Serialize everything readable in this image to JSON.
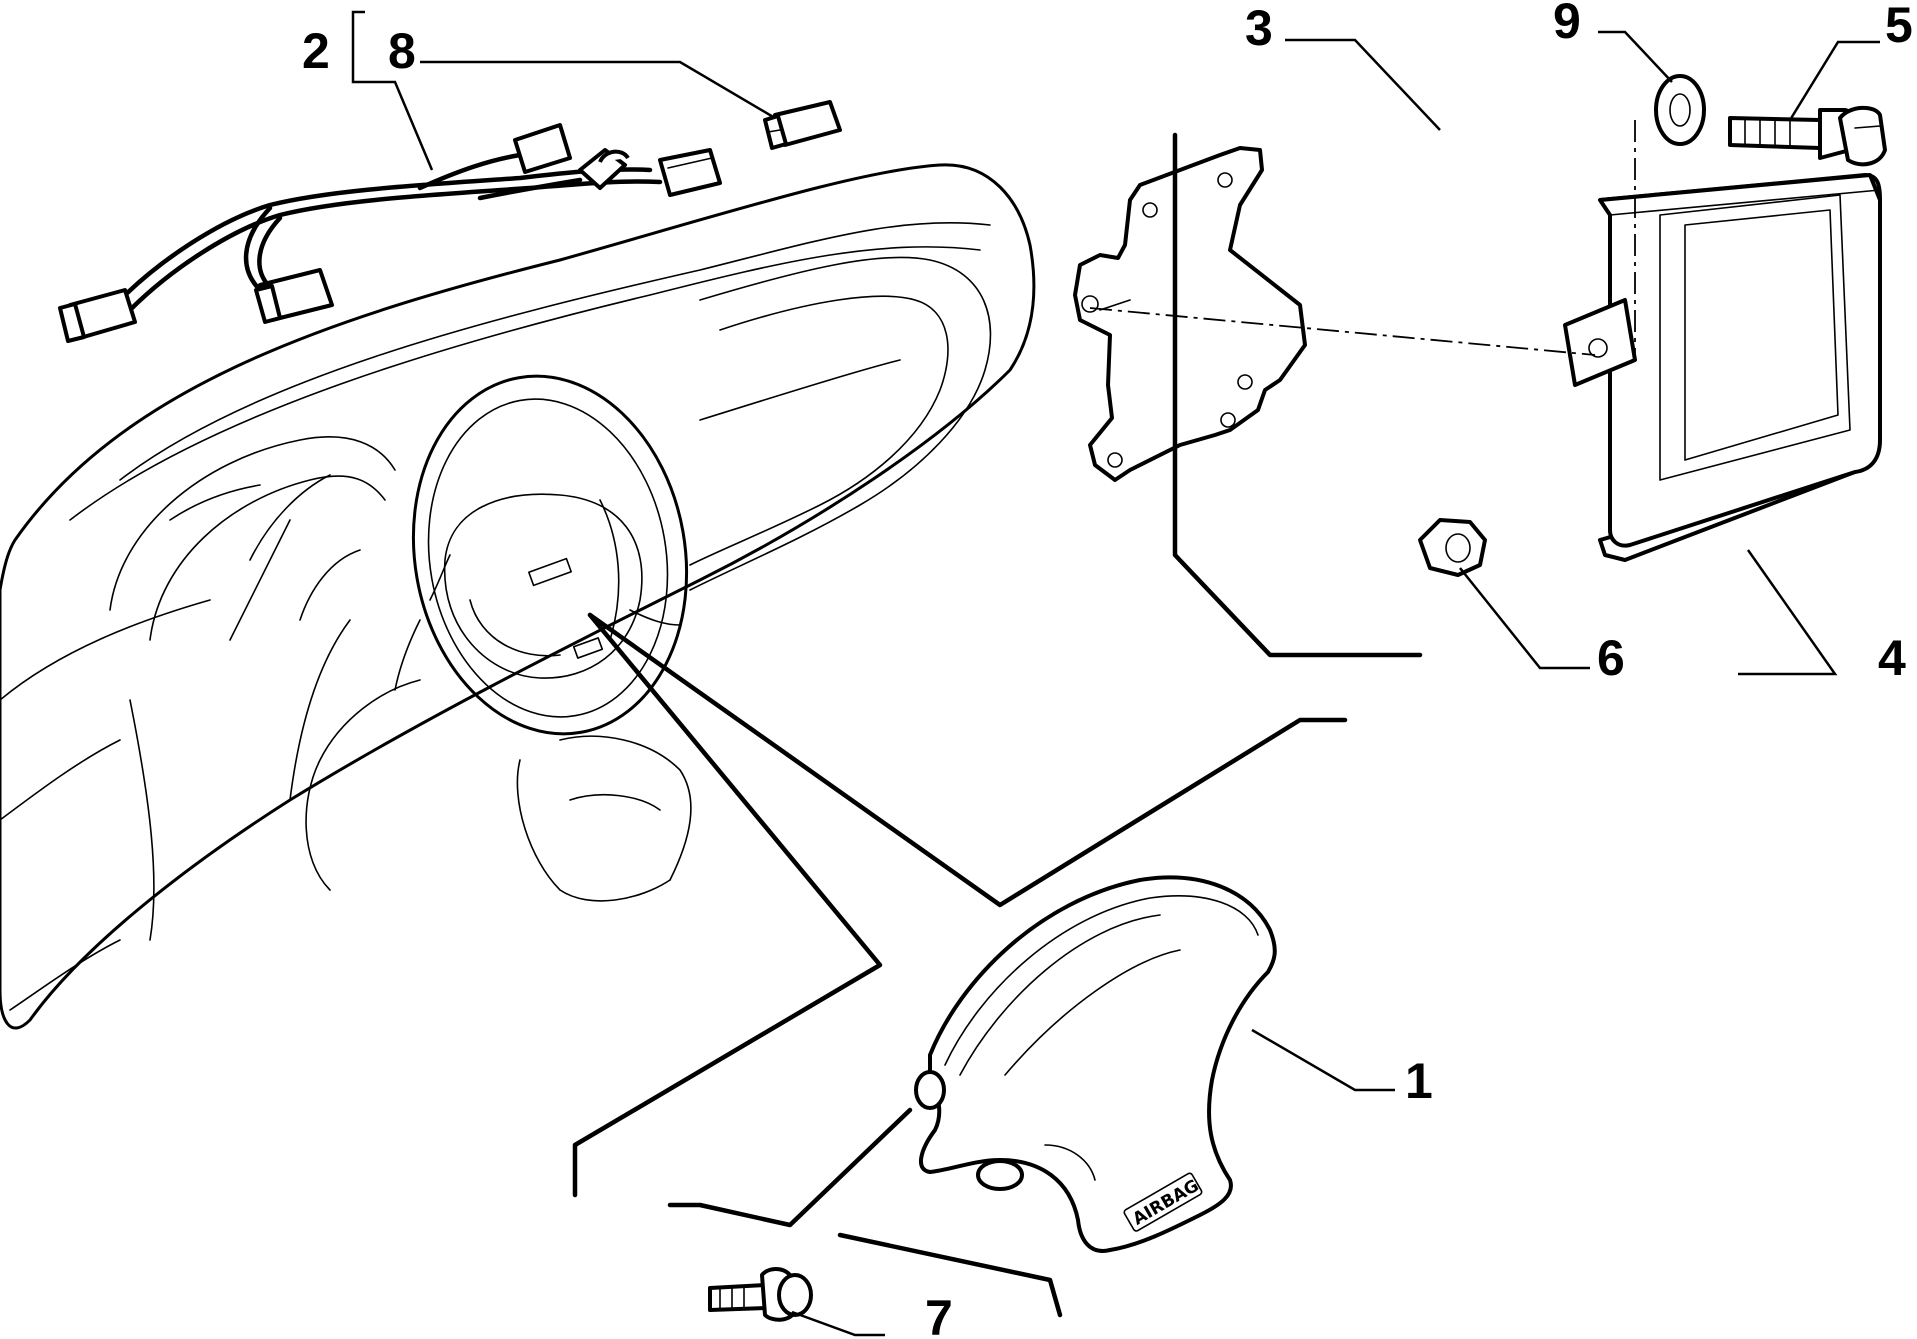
{
  "diagram": {
    "callouts": [
      {
        "id": "1",
        "label": "1"
      },
      {
        "id": "2",
        "label": "2"
      },
      {
        "id": "3",
        "label": "3"
      },
      {
        "id": "4",
        "label": "4"
      },
      {
        "id": "5",
        "label": "5"
      },
      {
        "id": "6",
        "label": "6"
      },
      {
        "id": "7",
        "label": "7"
      },
      {
        "id": "8",
        "label": "8"
      },
      {
        "id": "9",
        "label": "9"
      }
    ],
    "airbag_stamp": "AIRBAG"
  }
}
